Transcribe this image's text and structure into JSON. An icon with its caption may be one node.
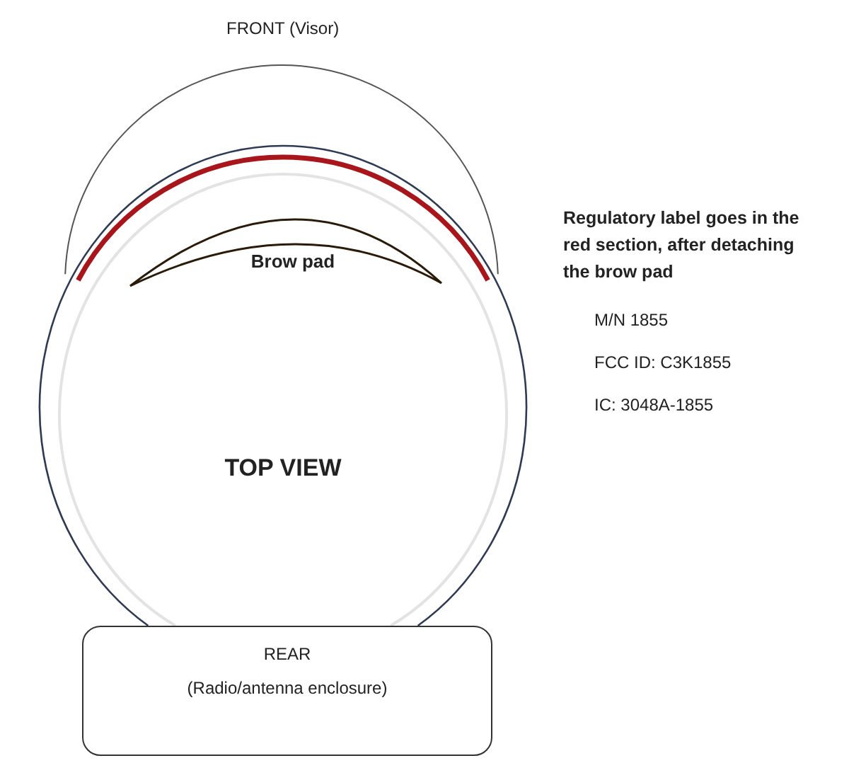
{
  "diagram": {
    "nodes": [
      {
        "text": [
          "TOP VIEW"
        ]
      },
      {
        "text": [
          "Brow pad"
        ],
        "in": 0
      },
      {
        "text": [
          "REAR",
          "(Radio/antenna enclosure)"
        ]
      }
    ],
    "labels": [
      "FRONT (Visor)",
      "Regulatory label goes in the red section, after detaching the brow pad",
      "M/N 1855",
      "FCC ID: C3K1855",
      "IC: 3048A-1855"
    ]
  }
}
